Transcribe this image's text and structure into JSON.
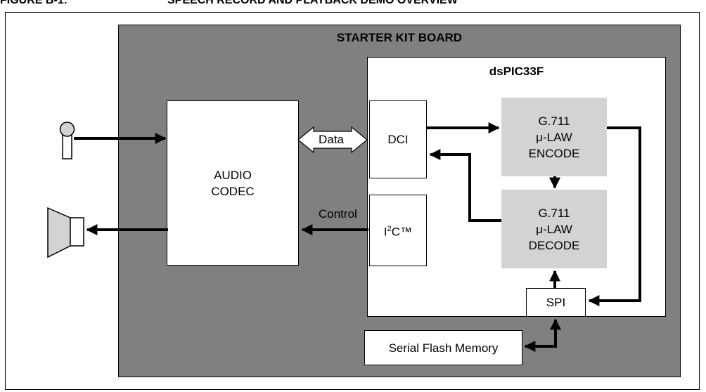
{
  "figure": {
    "label": "FIGURE B-1:",
    "title": "SPEECH RECORD AND PLAYBACK DEMO OVERVIEW"
  },
  "board_title": "STARTER KIT BOARD",
  "chip_title": "dsPIC33F",
  "blocks": {
    "audio_codec": "AUDIO\nCODEC",
    "dci": "DCI",
    "i2c_base": "I",
    "i2c_sup": "2",
    "i2c_rest": "C™",
    "encode": "G.711\nμ-LAW\nENCODE",
    "decode": "G.711\nμ-LAW\nDECODE",
    "spi": "SPI",
    "flash": "Serial Flash Memory"
  },
  "labels": {
    "data": "Data",
    "control": "Control"
  },
  "icons": {
    "microphone": "microphone-icon",
    "speaker": "speaker-icon"
  },
  "colors": {
    "board": "#808080",
    "dsp_block": "#d3d3d3",
    "chip": "#ffffff"
  }
}
